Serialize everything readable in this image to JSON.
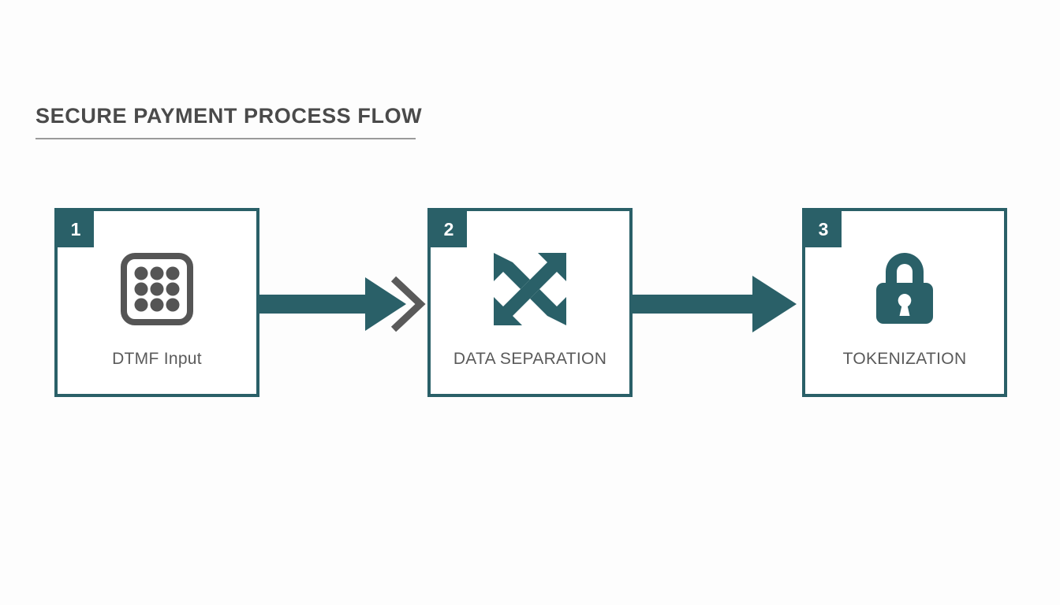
{
  "page": {
    "title": "SECURE PAYMENT PROCESS FLOW",
    "background_color": "#fdfdfd",
    "accent_color": "#2a6068",
    "title_color": "#4a4a4a",
    "label_color": "#5a5a5a",
    "icon_gray": "#555555"
  },
  "flow": {
    "steps": [
      {
        "number": "1",
        "label": "DTMF Input",
        "icon": "keypad-icon",
        "icon_color": "#555555"
      },
      {
        "number": "2",
        "label": "DATA SEPARATION",
        "icon": "shuffle-split-icon",
        "icon_color": "#2a6068"
      },
      {
        "number": "3",
        "label": "TOKENIZATION",
        "icon": "padlock-icon",
        "icon_color": "#2a6068"
      }
    ],
    "connectors": [
      {
        "icon": "arrow-right-icon",
        "color": "#2a6068",
        "chevron": true,
        "chevron_color": "#5a5a5a"
      },
      {
        "icon": "arrow-right-icon",
        "color": "#2a6068",
        "chevron": false,
        "chevron_color": "#5a5a5a"
      }
    ]
  }
}
